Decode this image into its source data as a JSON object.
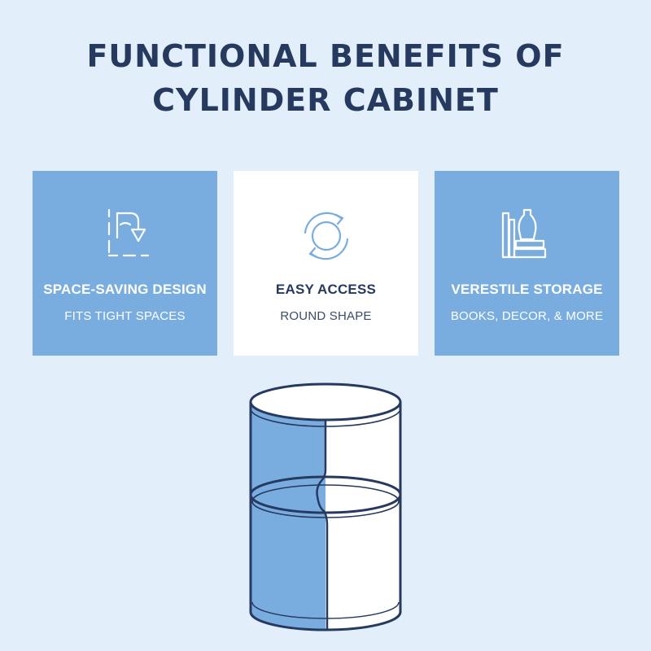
{
  "title": {
    "line1": "FUNCTIONAL BENEFITS OF",
    "line2": "CYLINDER CABINET"
  },
  "cards": [
    {
      "heading": "SPACE-SAVING DESIGN",
      "sub": "FITS TIGHT SPACES",
      "icon": "corner-arrow-icon",
      "background": "#7aaddf"
    },
    {
      "heading": "EASY ACCESS",
      "sub": "ROUND SHAPE",
      "icon": "rotate-arrows-icon",
      "background": "#ffffff"
    },
    {
      "heading": "VERESTILE STORAGE",
      "sub": "BOOKS, DECOR, & MORE",
      "icon": "books-vase-icon",
      "background": "#7aaddf"
    }
  ],
  "colors": {
    "page_background": "#e3eefb",
    "accent_blue": "#7aaddf",
    "navy_text": "#26395f",
    "outline": "#26395f"
  },
  "illustration": {
    "icon": "cylinder-cabinet-icon"
  }
}
